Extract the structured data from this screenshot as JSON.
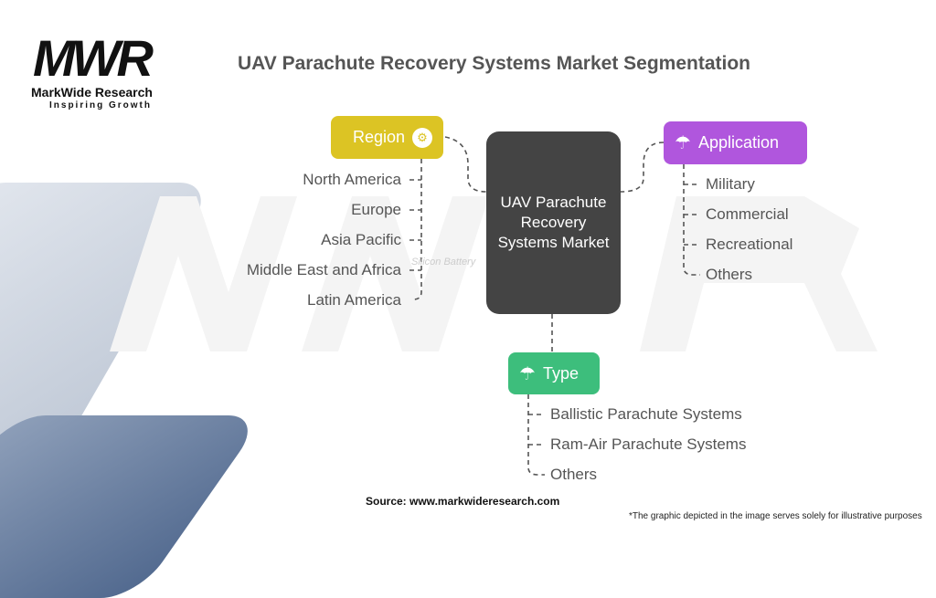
{
  "logo": {
    "mark": "MWR",
    "name": "MarkWide Research",
    "tagline": "Inspiring Growth"
  },
  "title": "UAV Parachute Recovery Systems Market Segmentation",
  "center": "UAV Parachute Recovery Systems Market",
  "region": {
    "label": "Region",
    "icon": "location-gear-icon",
    "color": "#dcc424",
    "items": [
      "North America",
      "Europe",
      "Asia Pacific",
      "Middle East and Africa",
      "Latin America"
    ]
  },
  "application": {
    "label": "Application",
    "icon": "drone-parachute-icon",
    "color": "#b056dd",
    "items": [
      "Military",
      "Commercial",
      "Recreational",
      "Others"
    ]
  },
  "type": {
    "label": "Type",
    "icon": "parachute-box-icon",
    "color": "#3dbe7c",
    "items": [
      "Ballistic Parachute Systems",
      "Ram-Air Parachute Systems",
      "Others"
    ]
  },
  "faint_text": "Silicon Battery",
  "source": "Source: www.markwideresearch.com",
  "note": "*The graphic depicted in the image serves solely for illustrative purposes"
}
